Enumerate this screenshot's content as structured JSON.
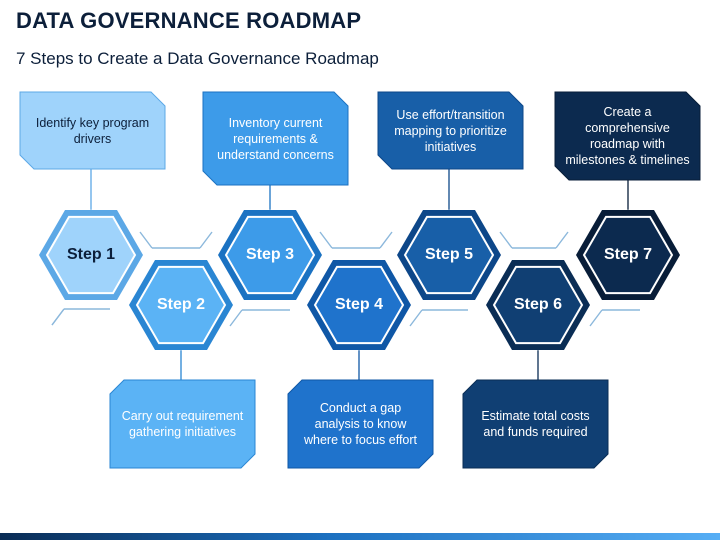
{
  "title": "DATA GOVERNANCE ROADMAP",
  "subtitle": "7 Steps to Create a Data Governance Roadmap",
  "steps": [
    {
      "label": "Step 1",
      "text": "Identify key program drivers",
      "color": "#9fd3fb",
      "border": "#5ca8e6",
      "text_color": "#0c1f3a",
      "hex_text_color": "#0c1f3a"
    },
    {
      "label": "Step 2",
      "text": "Carry out requirement gathering initiatives",
      "color": "#5bb3f5",
      "border": "#2a86d3",
      "text_color": "#ffffff",
      "hex_text_color": "#ffffff"
    },
    {
      "label": "Step 3",
      "text": "Inventory current requirements & understand concerns",
      "color": "#3d9be9",
      "border": "#1b72c2",
      "text_color": "#ffffff",
      "hex_text_color": "#ffffff"
    },
    {
      "label": "Step 4",
      "text": "Conduct a gap analysis to know where to focus effort",
      "color": "#1f73cc",
      "border": "#0f57a6",
      "text_color": "#ffffff",
      "hex_text_color": "#ffffff"
    },
    {
      "label": "Step 5",
      "text": "Use effort/transition mapping to prioritize initiatives",
      "color": "#185fa8",
      "border": "#0d4789",
      "text_color": "#ffffff",
      "hex_text_color": "#ffffff"
    },
    {
      "label": "Step 6",
      "text": "Estimate total costs and funds required",
      "color": "#103f73",
      "border": "#0a2d55",
      "text_color": "#ffffff",
      "hex_text_color": "#ffffff"
    },
    {
      "label": "Step 7",
      "text": "Create a comprehensive roadmap with milestones & timelines",
      "color": "#0c2a4f",
      "border": "#081d38",
      "text_color": "#ffffff",
      "hex_text_color": "#ffffff"
    }
  ],
  "colors": {
    "title": "#0c1f3a",
    "connector": "#8cb8dc"
  }
}
